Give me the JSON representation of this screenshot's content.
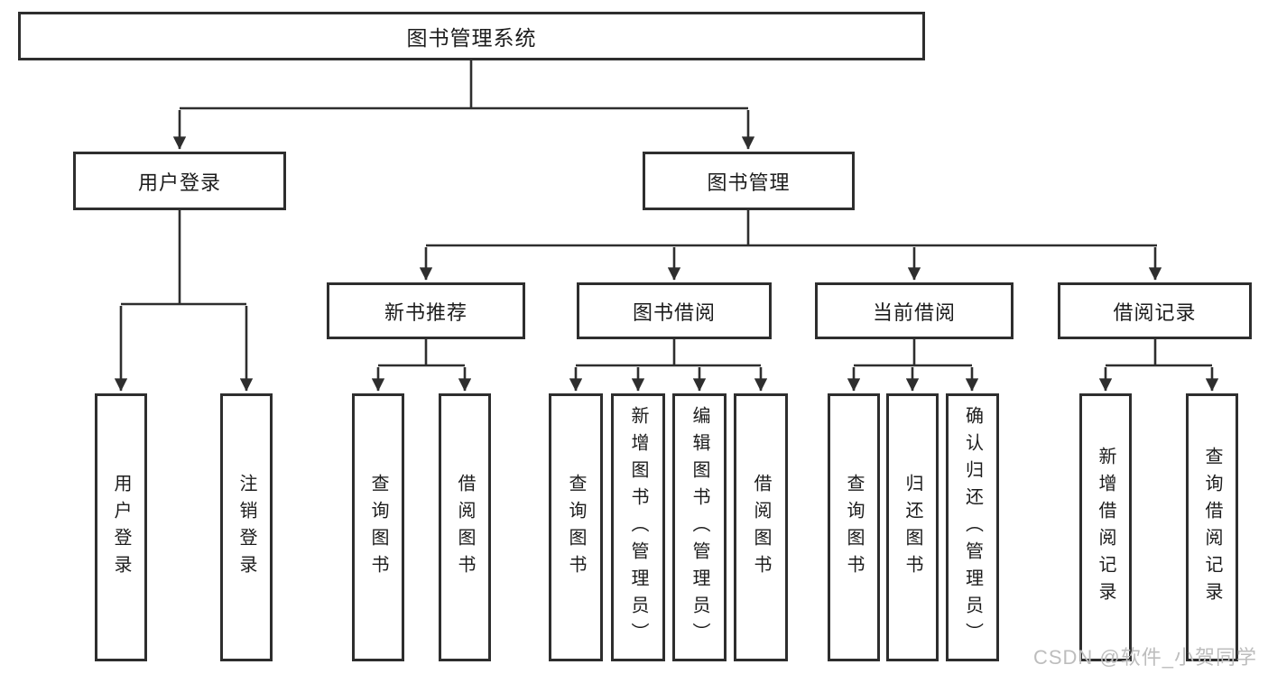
{
  "diagram": {
    "root": {
      "label": "图书管理系统"
    },
    "level1": [
      {
        "label": "用户登录"
      },
      {
        "label": "图书管理"
      }
    ],
    "level2": [
      {
        "label": "新书推荐"
      },
      {
        "label": "图书借阅"
      },
      {
        "label": "当前借阅"
      },
      {
        "label": "借阅记录"
      }
    ],
    "leaves": {
      "user_login": [
        "用户登录",
        "注销登录"
      ],
      "new_books": [
        "查询图书",
        "借阅图书"
      ],
      "book_borrow": [
        "查询图书",
        "新增图书（管理员）",
        "编辑图书（管理员）",
        "借阅图书"
      ],
      "current_borrow": [
        "查询图书",
        "归还图书",
        "确认归还（管理员）"
      ],
      "borrow_records": [
        "新增借阅记录",
        "查询借阅记录"
      ]
    },
    "watermark": "CSDN @软件_小贺同学",
    "colors": {
      "line": "#2e2e2e",
      "box_border": "#2e2e2e",
      "text": "#1c1c1c",
      "watermark": "#bdbdbd",
      "background": "#ffffff"
    }
  }
}
